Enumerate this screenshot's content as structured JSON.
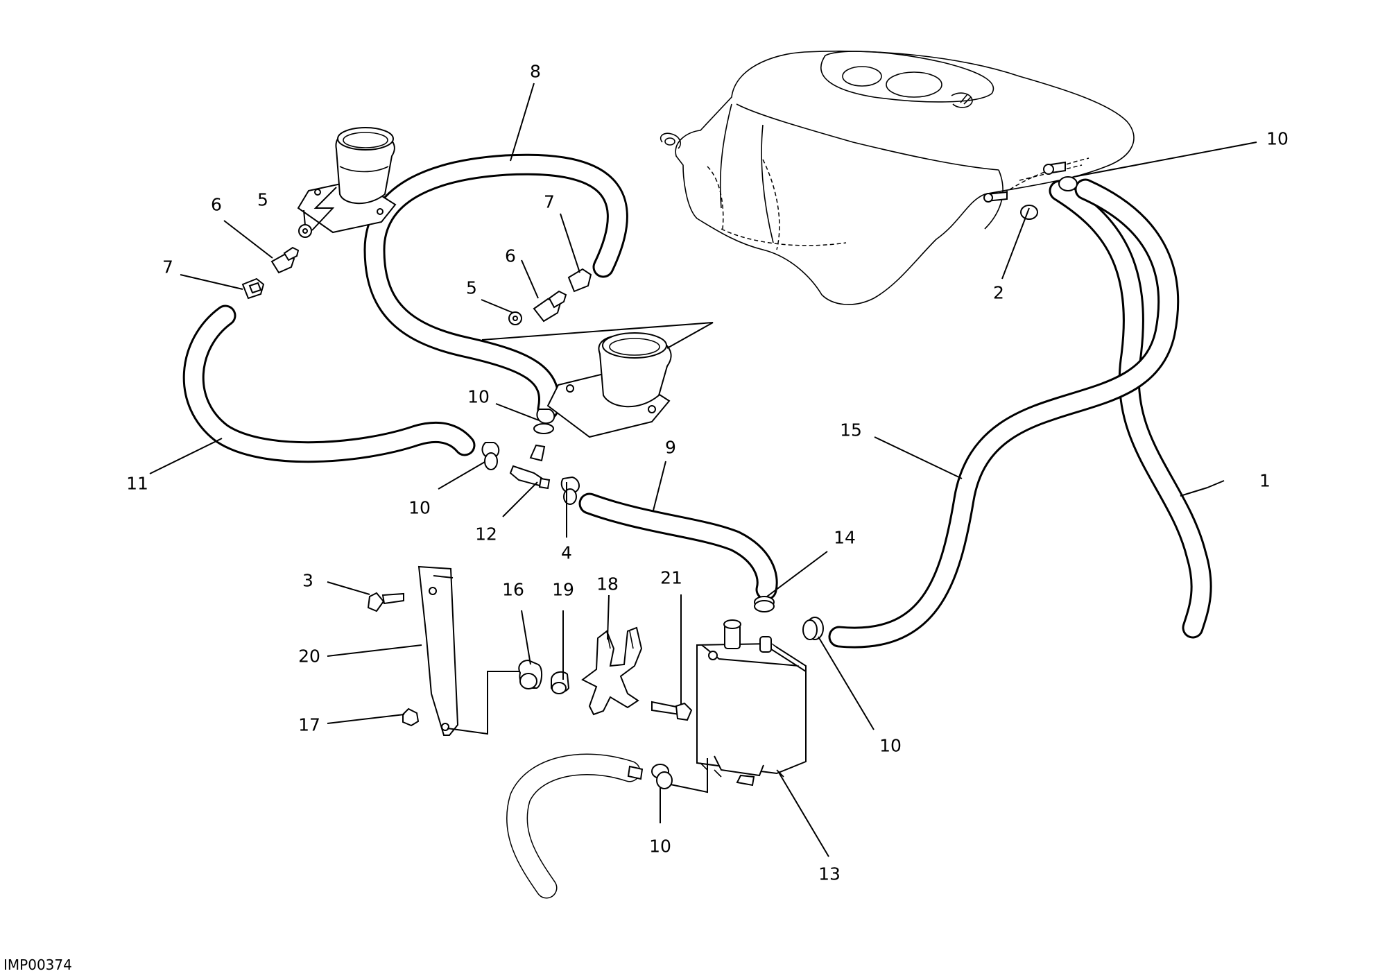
{
  "diagram": {
    "drawing_code": "IMP00374",
    "callouts": [
      {
        "id": "c1",
        "text": "1"
      },
      {
        "id": "c2",
        "text": "2"
      },
      {
        "id": "c3",
        "text": "3"
      },
      {
        "id": "c4",
        "text": "4"
      },
      {
        "id": "c5a",
        "text": "5"
      },
      {
        "id": "c5b",
        "text": "5"
      },
      {
        "id": "c6a",
        "text": "6"
      },
      {
        "id": "c6b",
        "text": "6"
      },
      {
        "id": "c7a",
        "text": "7"
      },
      {
        "id": "c7b",
        "text": "7"
      },
      {
        "id": "c8",
        "text": "8"
      },
      {
        "id": "c9",
        "text": "9"
      },
      {
        "id": "c10a",
        "text": "10"
      },
      {
        "id": "c10b",
        "text": "10"
      },
      {
        "id": "c10c",
        "text": "10"
      },
      {
        "id": "c10d",
        "text": "10"
      },
      {
        "id": "c10e",
        "text": "10"
      },
      {
        "id": "c11",
        "text": "11"
      },
      {
        "id": "c12",
        "text": "12"
      },
      {
        "id": "c13",
        "text": "13"
      },
      {
        "id": "c14",
        "text": "14"
      },
      {
        "id": "c15",
        "text": "15"
      },
      {
        "id": "c16",
        "text": "16"
      },
      {
        "id": "c17",
        "text": "17"
      },
      {
        "id": "c18",
        "text": "18"
      },
      {
        "id": "c19",
        "text": "19"
      },
      {
        "id": "c20",
        "text": "20"
      },
      {
        "id": "c21",
        "text": "21"
      }
    ]
  }
}
